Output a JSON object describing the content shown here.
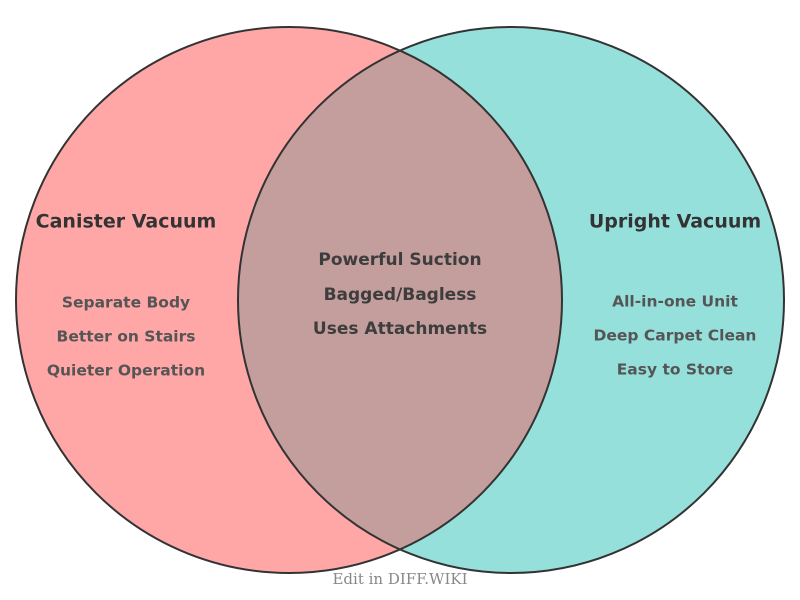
{
  "diagram": {
    "type": "venn",
    "background": "#ffffff",
    "stroke_color": "#333333",
    "stroke_width": 2,
    "left_set": {
      "title": "Canister Vacuum",
      "fill": "#FFA7A7",
      "items": [
        "Separate Body",
        "Better on Stairs",
        "Quieter Operation"
      ]
    },
    "right_set": {
      "title": "Upright Vacuum",
      "fill": "#96E0DC",
      "items": [
        "All-in-one Unit",
        "Deep Carpet Clean",
        "Easy to Store"
      ]
    },
    "intersection": {
      "fill": "#C49D9D",
      "items": [
        "Powerful Suction",
        "Bagged/Bagless",
        "Uses Attachments"
      ]
    }
  },
  "footer": {
    "label": "Edit in DIFF.WIKI"
  },
  "colors": {
    "pink": "#FFA7A7",
    "teal": "#96E0DC",
    "overlap": "#C49D9D",
    "title_text": "#333333",
    "item_text": "#555555",
    "footer_text": "#888888"
  }
}
